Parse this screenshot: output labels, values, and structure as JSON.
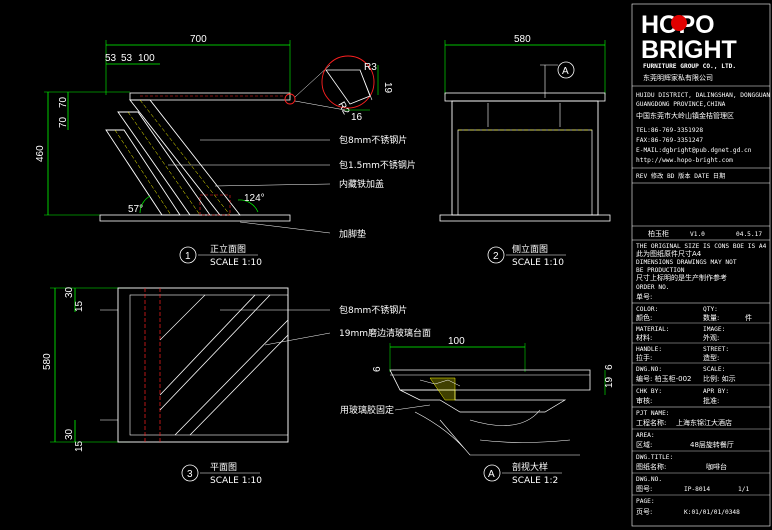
{
  "colors": {
    "background": "#000000",
    "line": "#ffffff",
    "dim": "#00ff00",
    "red": "#ff2020",
    "yellow": "#ffff00",
    "cyan": "#00ffff",
    "logo_red": "#e00000"
  },
  "views": {
    "front": {
      "num": "1",
      "title": "正立面图",
      "scale": "SCALE 1:10",
      "dims": {
        "total": "700",
        "d1": "53",
        "d2": "53",
        "d3": "100",
        "h_total": "460",
        "h1": "70",
        "h2": "70",
        "detail_r": "R3",
        "detail_19": "19",
        "detail_r2": "R2",
        "detail_16": "16",
        "angle1": "57°",
        "angle2": "124°"
      }
    },
    "side": {
      "num": "2",
      "title": "侧立面图",
      "scale": "SCALE 1:10",
      "dims": {
        "width": "580"
      },
      "detail_ref": "A"
    },
    "plan": {
      "num": "3",
      "title": "平面图",
      "scale": "SCALE 1:10",
      "dims": {
        "h_total": "580",
        "t30a": "30",
        "t15a": "15",
        "t30b": "30",
        "t15b": "15"
      }
    },
    "detail": {
      "num": "A",
      "title": "剖视大样",
      "scale": "SCALE 1:2",
      "dims": {
        "w": "100",
        "h19": "19",
        "h6": "6",
        "t6": "6"
      }
    }
  },
  "callouts": [
    "包8mm不锈钢片",
    "包1.5mm不锈钢片",
    "内藏铁加盖",
    "加脚垫",
    "包8mm不锈钢片",
    "19mm磨边清玻璃台面",
    "用玻璃胶固定"
  ],
  "titleblock": {
    "logo_top": "HOPO",
    "logo_bottom": "BRIGHT",
    "company_en": "FURNITURE GROUP CO., LTD.",
    "company_cn": "东莞明辉家私有限公司",
    "address": [
      "HUIDU DISTRICT, DALINGSHAN, DONGGUAN",
      "GUANGDONG PROVINCE,CHINA",
      "中国东莞市大岭山镇金桔管理区"
    ],
    "contact": [
      "TEL:86-769-3351928",
      "FAX:86-769-3351247",
      "E-MAIL:dgbright@pub.dgnet.gd.cn",
      "http://www.hopo-bright.com"
    ],
    "rev_header": "REV 修改 BD 版本 DATE 日期",
    "rev_row": {
      "name": "柏玉柜",
      "ver": "V1.0",
      "date": "04.5.17"
    },
    "notes": [
      "THE ORIGINAL SIZE IS CONS BOE IS A4",
      "此为图纸原件尺寸A4",
      "DIMENSIONS DRAWINGS MAY NOT",
      "BE PRODUCTION",
      "尺寸上标明的是生产制作参考",
      "ORDER NO.",
      "单号:"
    ],
    "fields": [
      {
        "en": "COLOR:",
        "cn": "颜色:",
        "en2": "QTY:",
        "cn2": "数量:",
        "v2": "件"
      },
      {
        "en": "MATERIAL:",
        "cn": "材料:",
        "en2": "IMAGE:",
        "cn2": "外观:"
      },
      {
        "en": "HANDLE:",
        "cn": "拉手:",
        "en2": "STREET:",
        "cn2": "造型:"
      },
      {
        "en": "DWG.NO:",
        "cn": "编号: 柏玉柜-002",
        "en2": "SCALE:",
        "cn2": "比例: 如示"
      },
      {
        "en": "CHK BY:",
        "cn": "审核:",
        "en2": "APR BY:",
        "cn2": "批准:"
      }
    ],
    "proj_en": "PJT NAME:",
    "proj_cn": "工程名称:",
    "proj_val": "上海东锦江大酒店",
    "area_en": "AREA:",
    "area_cn": "区域:",
    "area_val": "48层旋转餐厅",
    "dwg_en": "DWG.TITLE:",
    "dwg_cn": "图纸名称:",
    "dwg_val": "咖啡台",
    "no_en": "DWG.NO.",
    "no_cn": "图号:",
    "no_val": "IP-8014",
    "sheet": "1/1",
    "page_en": "PAGE:",
    "page_cn": "页号:",
    "page_val": "K:01/01/01/0348"
  }
}
